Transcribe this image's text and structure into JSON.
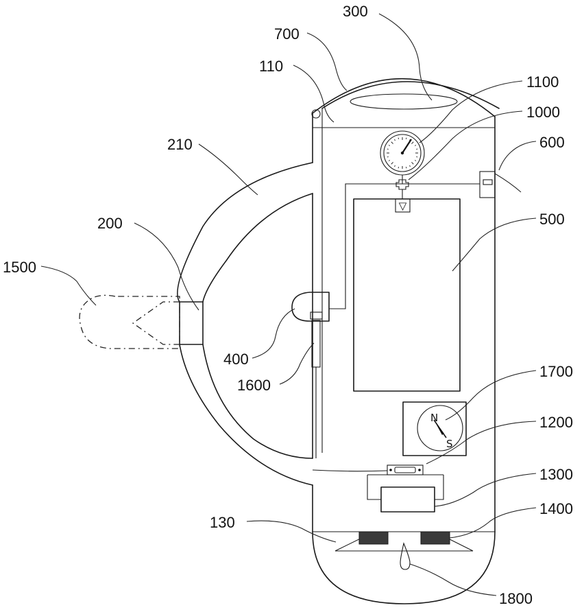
{
  "labels": {
    "l300": "300",
    "l700": "700",
    "l110": "110",
    "l1100": "1100",
    "l1000": "1000",
    "l210": "210",
    "l600": "600",
    "l200": "200",
    "l500": "500",
    "l1500": "1500",
    "l400": "400",
    "l1600": "1600",
    "l1700": "1700",
    "l1200": "1200",
    "l1300": "1300",
    "l1400": "1400",
    "l130": "130",
    "l1800": "1800"
  },
  "compass": {
    "north": "N",
    "south": "S"
  },
  "valve_symbol": "▽"
}
